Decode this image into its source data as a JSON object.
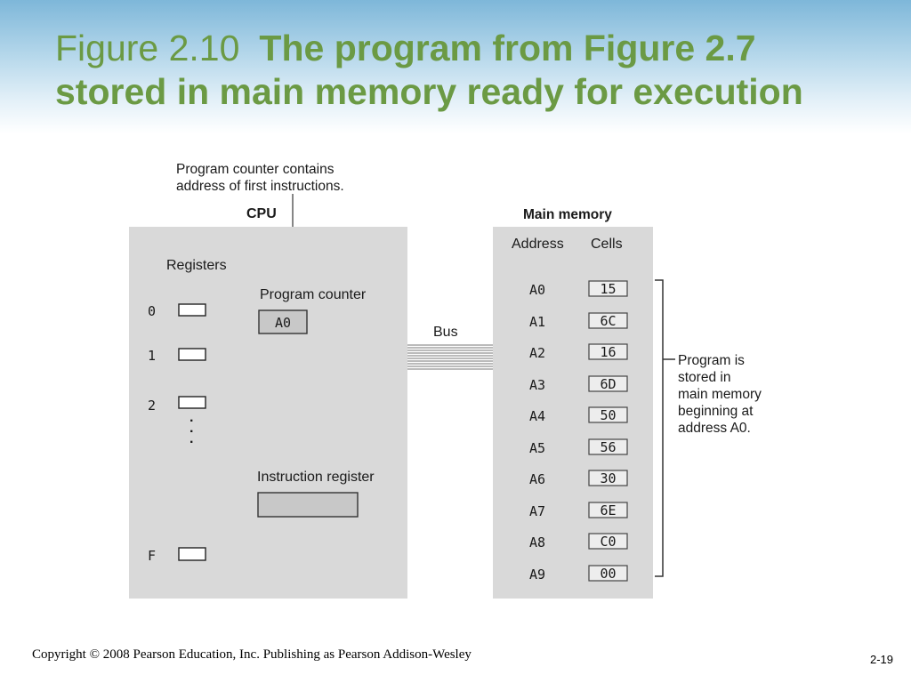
{
  "title": {
    "prefix": "Figure 2.10",
    "line1": "The program from Figure 2.7",
    "line2": "stored in main memory ready for execution"
  },
  "diagram": {
    "pc_note": [
      "Program counter contains",
      "address of first instructions."
    ],
    "cpu": {
      "label": "CPU",
      "registers_label": "Registers",
      "registers": [
        "0",
        "1",
        "2",
        "F"
      ],
      "ellipsis": ".",
      "program_counter_label": "Program counter",
      "program_counter_value": "A0",
      "instruction_register_label": "Instruction register"
    },
    "bus_label": "Bus",
    "memory": {
      "label": "Main memory",
      "address_header": "Address",
      "cells_header": "Cells",
      "rows": [
        {
          "address": "A0",
          "cell": "15"
        },
        {
          "address": "A1",
          "cell": "6C"
        },
        {
          "address": "A2",
          "cell": "16"
        },
        {
          "address": "A3",
          "cell": "6D"
        },
        {
          "address": "A4",
          "cell": "50"
        },
        {
          "address": "A5",
          "cell": "56"
        },
        {
          "address": "A6",
          "cell": "30"
        },
        {
          "address": "A7",
          "cell": "6E"
        },
        {
          "address": "A8",
          "cell": "C0"
        },
        {
          "address": "A9",
          "cell": "00"
        }
      ]
    },
    "program_note": [
      "Program is",
      "stored in",
      "main memory",
      "beginning at",
      "address A0."
    ]
  },
  "footer": {
    "copyright": "Copyright © 2008 Pearson Education, Inc. Publishing as Pearson Addison-Wesley",
    "page": "2-19"
  },
  "colors": {
    "title_green": "#6b9a44",
    "panel_gray": "#d9d9d9",
    "cell_gray": "#c8c8c8"
  }
}
